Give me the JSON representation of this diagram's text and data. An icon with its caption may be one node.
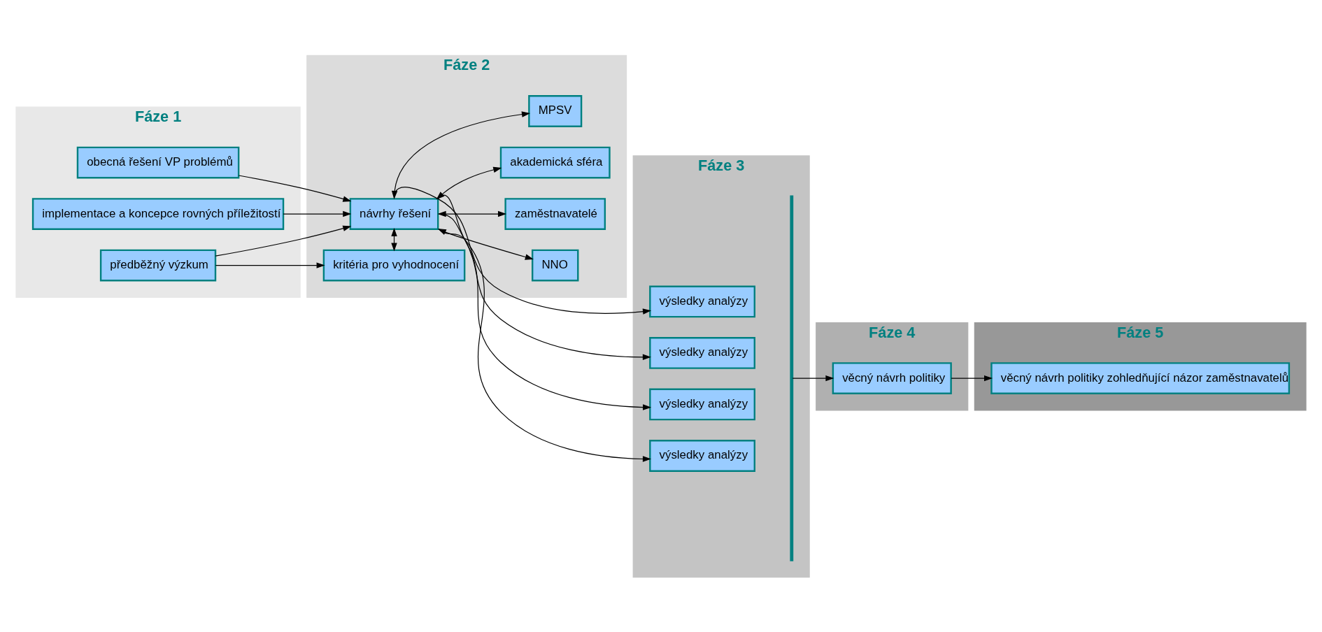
{
  "diagram": {
    "nodes": [
      {
        "text": [
          "Fáze 1"
        ]
      },
      {
        "text": [
          "Fáze 2"
        ]
      },
      {
        "text": [
          "Fáze 3"
        ]
      },
      {
        "text": [
          "Fáze 4"
        ]
      },
      {
        "text": [
          "Fáze 5"
        ]
      },
      {
        "text": [
          "obecná řešení VP problémů"
        ],
        "in": 0
      },
      {
        "text": [
          "implementace a koncepce rovných příležitostí"
        ],
        "in": 0
      },
      {
        "text": [
          "předběžný výzkum"
        ],
        "in": 0
      },
      {
        "text": [
          "návrhy řešení"
        ],
        "in": 1
      },
      {
        "text": [
          "kritéria pro vyhodnocení"
        ],
        "in": 1
      },
      {
        "text": [
          "MPSV"
        ],
        "in": 1
      },
      {
        "text": [
          "akademická sféra"
        ],
        "in": 1
      },
      {
        "text": [
          "zaměstnavatelé"
        ],
        "in": 1
      },
      {
        "text": [
          "NNO"
        ],
        "in": 1
      },
      {
        "text": [
          "výsledky analýzy"
        ],
        "in": 2
      },
      {
        "text": [
          "výsledky analýzy"
        ],
        "in": 2
      },
      {
        "text": [
          "výsledky analýzy"
        ],
        "in": 2
      },
      {
        "text": [
          "výsledky analýzy"
        ],
        "in": 2
      },
      {
        "text": [
          "věcný návrh politiky"
        ],
        "in": 3
      },
      {
        "text": [
          "věcný návrh politiky zohledňující názor zaměstnavatelů"
        ],
        "in": 4
      },
      {
        "text": [],
        "shape": "bar",
        "in": 2
      }
    ],
    "edges": [
      {
        "from": 5,
        "to": 8,
        "arrow": "to"
      },
      {
        "from": 6,
        "to": 8,
        "arrow": "to"
      },
      {
        "from": 7,
        "to": 8,
        "arrow": "to"
      },
      {
        "from": 7,
        "to": 9,
        "arrow": "to"
      },
      {
        "from": 8,
        "to": 9,
        "arrow": "both"
      },
      {
        "from": 8,
        "to": 10,
        "arrow": "both"
      },
      {
        "from": 8,
        "to": 14,
        "arrow": "to"
      },
      {
        "from": 8,
        "to": 11,
        "arrow": "both"
      },
      {
        "from": 8,
        "to": 15,
        "arrow": "to"
      },
      {
        "from": 8,
        "to": 12,
        "arrow": "both"
      },
      {
        "from": 8,
        "to": 16,
        "arrow": "to"
      },
      {
        "from": 8,
        "to": 13,
        "arrow": "both"
      },
      {
        "from": 8,
        "to": 17,
        "arrow": "to"
      },
      {
        "from": 20,
        "to": 18,
        "arrow": "to"
      },
      {
        "from": 18,
        "to": 19,
        "arrow": "to"
      }
    ]
  }
}
